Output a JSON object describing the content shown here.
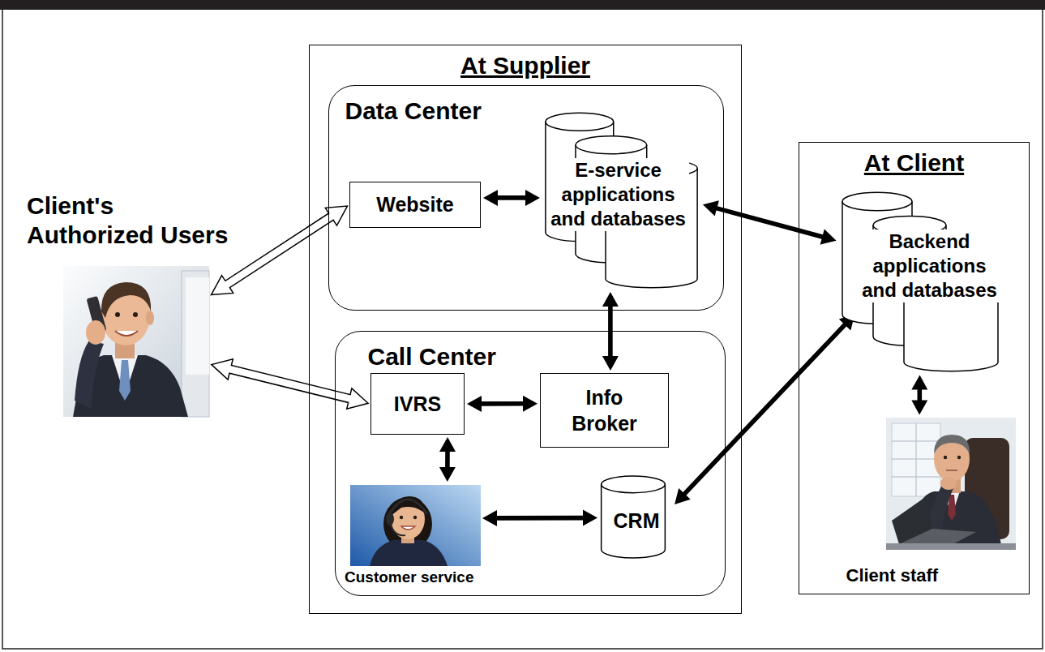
{
  "diagram": {
    "nodes": [
      {
        "text": [
          "Client's Authorized Users"
        ]
      },
      {
        "text": [
          "At Supplier"
        ]
      },
      {
        "text": [
          "Data Center"
        ],
        "in": 1
      },
      {
        "text": [
          "Website"
        ],
        "in": 2
      },
      {
        "text": [
          "E-service applications and databases"
        ],
        "in": 2
      },
      {
        "text": [
          "Call Center"
        ],
        "in": 1
      },
      {
        "text": [
          "IVRS"
        ],
        "in": 5
      },
      {
        "text": [
          "Info Broker"
        ],
        "in": 5
      },
      {
        "text": [
          "Customer service"
        ],
        "in": 5
      },
      {
        "text": [
          "CRM"
        ],
        "in": 5
      },
      {
        "text": [
          "At Client"
        ]
      },
      {
        "text": [
          "Backend applications and databases"
        ],
        "in": 10
      },
      {
        "text": [
          "Client staff"
        ],
        "in": 10
      }
    ],
    "edges": [
      {
        "from": 0,
        "to": 3,
        "arrow": "both"
      },
      {
        "from": 0,
        "to": 6,
        "arrow": "both"
      },
      {
        "from": 3,
        "to": 4,
        "arrow": "both"
      },
      {
        "from": 4,
        "to": 11,
        "arrow": "both"
      },
      {
        "from": 4,
        "to": 7,
        "arrow": "both"
      },
      {
        "from": 6,
        "to": 7,
        "arrow": "both"
      },
      {
        "from": 6,
        "to": 8,
        "arrow": "both"
      },
      {
        "from": 8,
        "to": 9,
        "arrow": "both"
      },
      {
        "from": 9,
        "to": 11,
        "arrow": "both"
      },
      {
        "from": 11,
        "to": 12,
        "arrow": "both"
      }
    ]
  }
}
